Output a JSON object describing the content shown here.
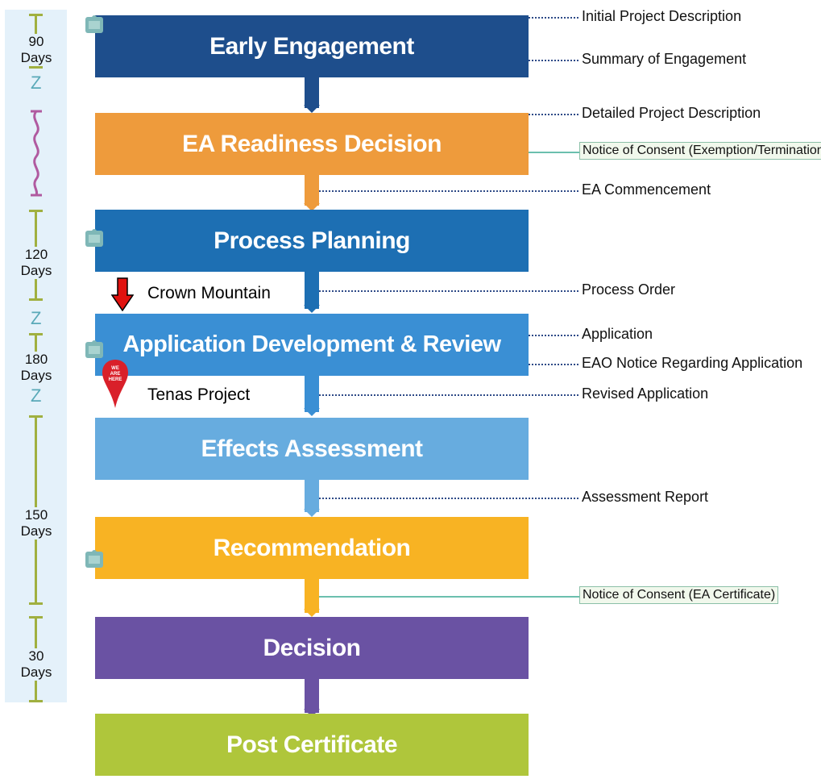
{
  "stages": [
    {
      "label": "Early Engagement",
      "color": "#1e4e8c"
    },
    {
      "label": "EA Readiness Decision",
      "color": "#ee9b3c"
    },
    {
      "label": "Process Planning",
      "color": "#1d6fb3"
    },
    {
      "label": "Application Development & Review",
      "color": "#3a8fd4"
    },
    {
      "label": "Effects Assessment",
      "color": "#67acdf"
    },
    {
      "label": "Recommendation",
      "color": "#f8b323"
    },
    {
      "label": "Decision",
      "color": "#6a52a3"
    },
    {
      "label": "Post Certificate",
      "color": "#afc63b"
    }
  ],
  "deliverables": [
    "Initial Project Description",
    "Summary of Engagement",
    "Detailed Project Description",
    "EA Commencement",
    "Process Order",
    "Application",
    "EAO Notice Regarding Application",
    "Revised Application",
    "Assessment Report"
  ],
  "consents": [
    "Notice of Consent (Exemption/Termination",
    "Notice of Consent (EA Certificate)"
  ],
  "timeline": [
    "90 Days",
    "120 Days",
    "180 Days",
    "150 Days",
    "30 Days"
  ],
  "markers": {
    "crown": "Crown Mountain",
    "tenas": "Tenas Project",
    "pin_text": [
      "WE",
      "ARE",
      "HERE"
    ]
  }
}
